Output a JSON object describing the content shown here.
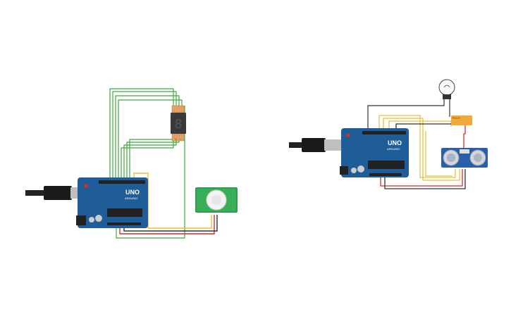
{
  "circuit_left": {
    "board": {
      "model": "UNO",
      "brand": "ARDUINO"
    }
  },
  "circuit_right": {
    "board": {
      "model": "UNO",
      "brand": "ARDUINO"
    },
    "relay": {
      "label": "RELAY"
    }
  },
  "wire_colors": {
    "green": "#3fa83f",
    "yellow": "#e8c23a",
    "red": "#d23030",
    "black": "#333333"
  },
  "board_color": "#1f5d99"
}
